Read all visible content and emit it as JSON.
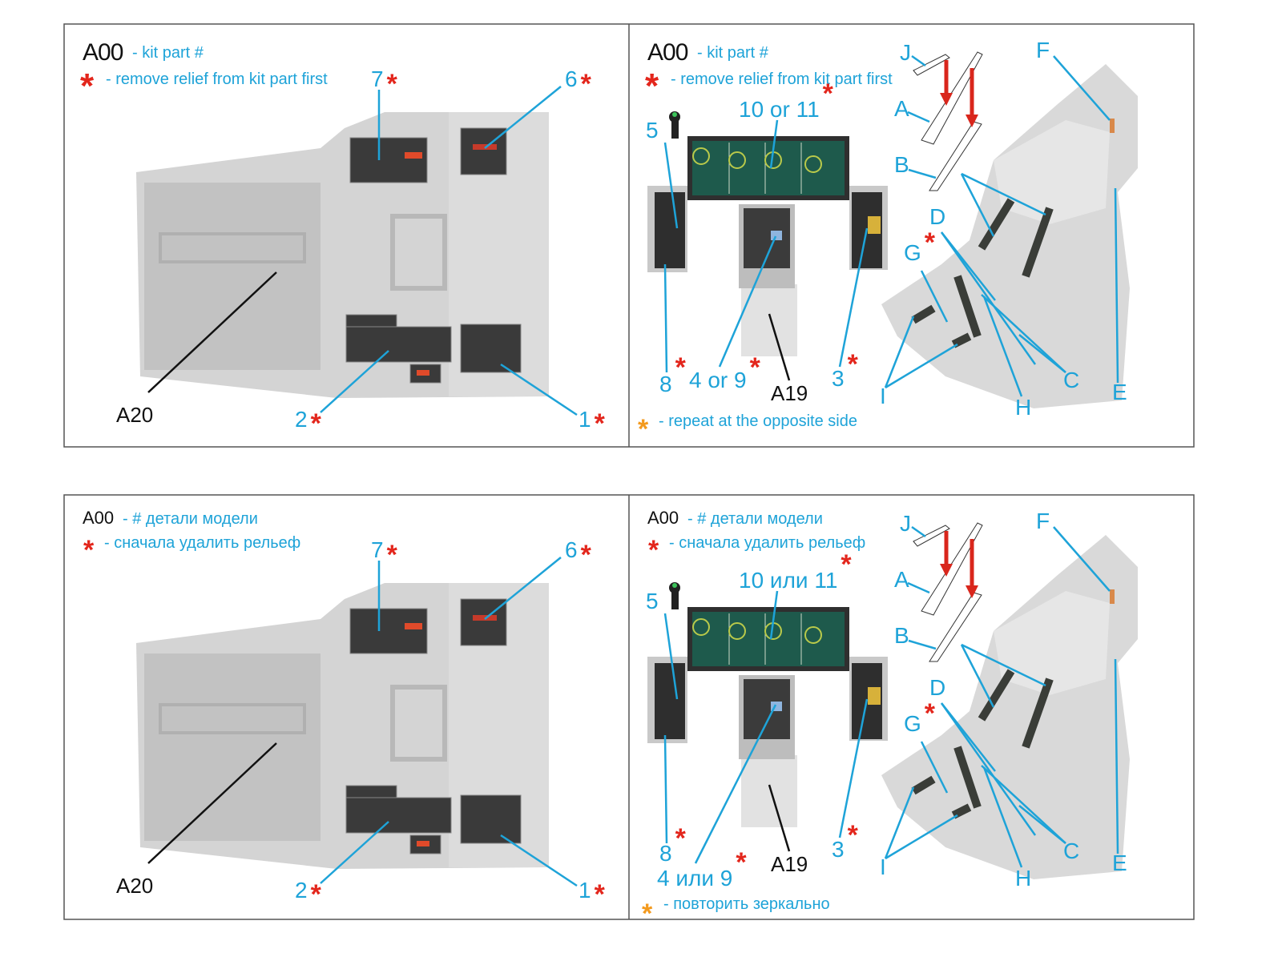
{
  "colors": {
    "callout": "#1ea3d8",
    "relief_mark": "#e3261c",
    "repeat_mark": "#f39a1e",
    "part_ref": "#111111"
  },
  "panels": [
    {
      "id": "top-left",
      "title_part": "A00",
      "title_desc": "- kit part #",
      "note_mark": "*",
      "note_text": "- remove relief from kit part first",
      "part_ref": "A20",
      "callouts": [
        {
          "label": "7",
          "mark": "*"
        },
        {
          "label": "6",
          "mark": "*"
        },
        {
          "label": "2",
          "mark": "*"
        },
        {
          "label": "1",
          "mark": "*"
        }
      ]
    },
    {
      "id": "top-right",
      "title_part": "A00",
      "title_desc": "- kit part #",
      "note_mark": "*",
      "note_text": "- remove relief from kit part first",
      "part_ref": "A19",
      "repeat_mark": "*",
      "repeat_text": "- repeat at the opposite side",
      "callouts": [
        {
          "label": "5",
          "mark": ""
        },
        {
          "label": "10 or 11",
          "mark": "*"
        },
        {
          "label": "8",
          "mark": "*"
        },
        {
          "label": "4 or 9",
          "mark": "*"
        },
        {
          "label": "3",
          "mark": "*"
        }
      ],
      "seat_callouts": [
        "J",
        "A",
        "B",
        "F",
        "D",
        "G",
        "C",
        "H",
        "E",
        "I"
      ],
      "seat_marks": {
        "G": "*"
      }
    },
    {
      "id": "bottom-left",
      "title_part": "A00",
      "title_desc": "- # детали модели",
      "note_mark": "*",
      "note_text": "- сначала удалить рельеф",
      "part_ref": "A20",
      "callouts": [
        {
          "label": "7",
          "mark": "*"
        },
        {
          "label": "6",
          "mark": "*"
        },
        {
          "label": "2",
          "mark": "*"
        },
        {
          "label": "1",
          "mark": "*"
        }
      ]
    },
    {
      "id": "bottom-right",
      "title_part": "A00",
      "title_desc": "- # детали модели",
      "note_mark": "*",
      "note_text": "- сначала удалить рельеф",
      "part_ref": "A19",
      "repeat_mark": "*",
      "repeat_text": "- повторить зеркально",
      "callouts": [
        {
          "label": "5",
          "mark": ""
        },
        {
          "label": "10 или 11",
          "mark": "*"
        },
        {
          "label": "8",
          "mark": "*"
        },
        {
          "label": "4 или 9",
          "mark": "*"
        },
        {
          "label": "3",
          "mark": "*"
        }
      ],
      "seat_callouts": [
        "J",
        "A",
        "B",
        "F",
        "D",
        "G",
        "C",
        "H",
        "E",
        "I"
      ],
      "seat_marks": {
        "G": "*"
      }
    }
  ]
}
